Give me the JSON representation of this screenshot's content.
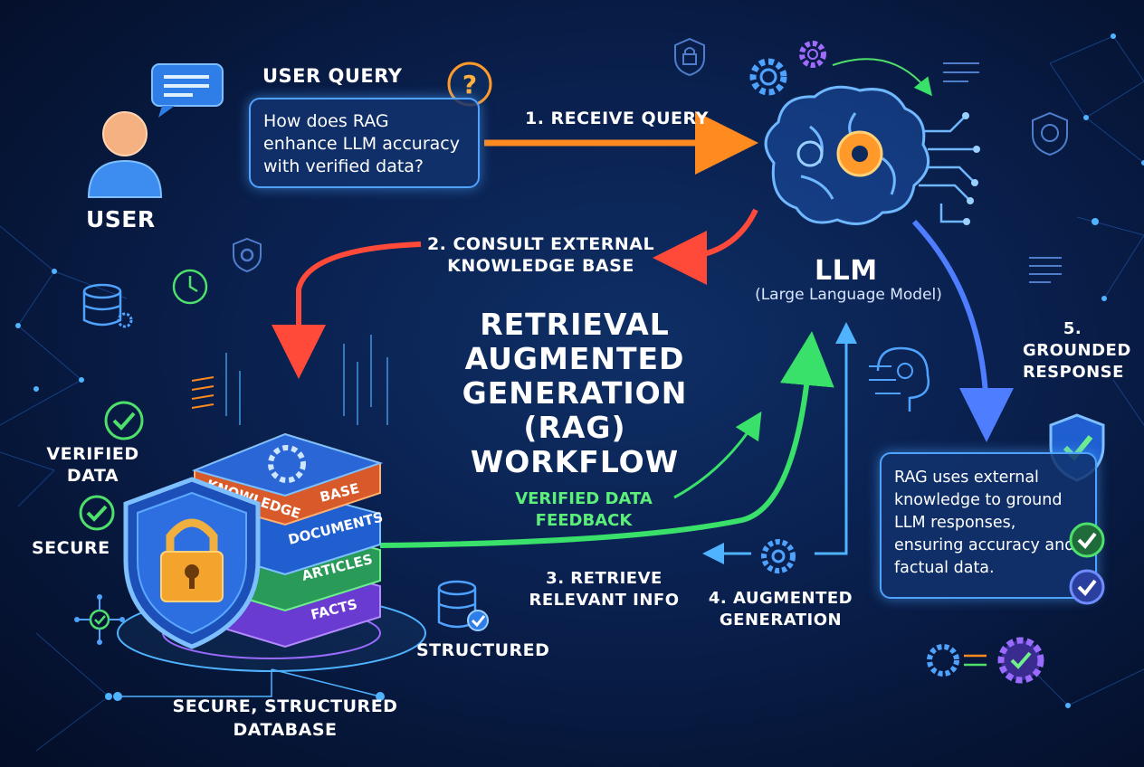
{
  "title": "RETRIEVAL AUGMENTED GENERATION (RAG) WORKFLOW",
  "user": {
    "label": "USER"
  },
  "query": {
    "title": "USER QUERY",
    "text": "How does RAG enhance LLM accuracy with verified data?"
  },
  "steps": {
    "step1": "1. RECEIVE QUERY",
    "step2": "2. CONSULT EXTERNAL KNOWLEDGE BASE",
    "step3": "3. RETRIEVE RELEVANT INFO",
    "step4": "4. AUGMENTED GENERATION",
    "step5": "5. GROUNDED RESPONSE"
  },
  "llm": {
    "label": "LLM",
    "sublabel": "(Large Language Model)"
  },
  "response": {
    "text": "RAG uses external knowledge to ground LLM responses, ensuring accuracy and factual data."
  },
  "feedback": "VERIFIED DATA FEEDBACK",
  "database": {
    "layers": [
      "KNOWLEDGE",
      "BASE",
      "DOCUMENTS",
      "ARTICLES",
      "FACTS"
    ],
    "label": "SECURE, STRUCTURED DATABASE",
    "verified_label": "VERIFIED DATA",
    "secure_label": "SECURE",
    "structured_label": "STRUCTURED"
  },
  "colors": {
    "background": "#0a2150",
    "step1_arrow": "#ff8a1f",
    "step2_arrow": "#ff4a3a",
    "retrieve_arrow": "#39e06a",
    "response_arrow": "#4f7dff",
    "accent_blue": "#4fa3ff",
    "check_green": "#4ee06a"
  },
  "icons": [
    "user-icon",
    "chat-bubble-icon",
    "question-icon",
    "brain-icon",
    "gear-icon",
    "lock-icon",
    "shield-icon",
    "database-icon",
    "checkmark-icon",
    "head-circuit-icon",
    "document-icon",
    "clock-icon"
  ]
}
